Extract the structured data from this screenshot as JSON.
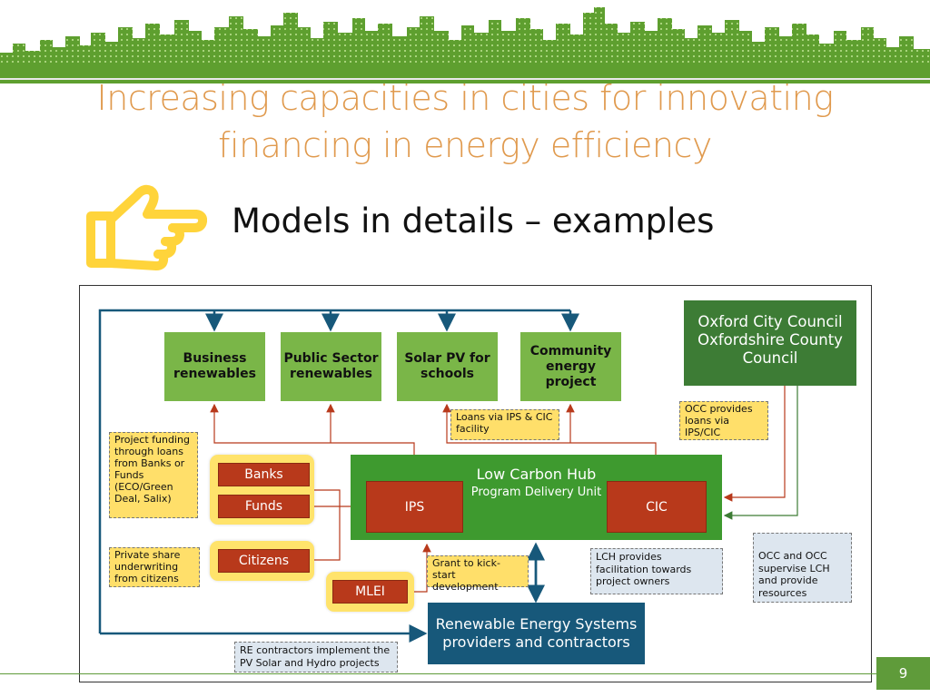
{
  "slide": {
    "title_line1": "Increasing capacities in cities for innovating",
    "title_line2": "financing in energy efficiency",
    "subtitle": "Models in details – examples",
    "page_number": "9"
  },
  "colors": {
    "accent": "#e09a4e",
    "green": "#7ab648",
    "dark_green": "#3d7c35",
    "hub_green": "#3e9a2f",
    "red": "#b8391b",
    "yellow": "#ffe36b",
    "navy": "#17587a"
  },
  "icons": {
    "pointer": "pointing-hand-icon",
    "skyline": "city-skyline-icon"
  },
  "diagram": {
    "targets": {
      "business": "Business renewables",
      "public": "Public Sector renewables",
      "solar": "Solar PV for schools",
      "community": "Community energy project"
    },
    "oxford": "Oxford City Council Oxfordshire County Council",
    "hub": {
      "title": "Low Carbon Hub",
      "subtitle": "Program Delivery Unit",
      "ips": "IPS",
      "cic": "CIC"
    },
    "sources": {
      "banks": "Banks",
      "funds": "Funds",
      "citizens": "Citizens",
      "mlei": "MLEI"
    },
    "contractors": "Renewable Energy Systems providers and contractors",
    "notes": {
      "loans_ips": "Loans via IPS & CIC facility",
      "occ_loans": "OCC provides loans via IPS/CIC",
      "project_funding": "Project funding through loans from Banks or Funds (ECO/Green Deal, Salix)",
      "private_share": "Private share underwriting from citizens",
      "grant": "Grant to kick-start development",
      "lch_facilitation": "LCH provides facilitation towards project owners",
      "occ_supervise": "OCC and OCC supervise LCH and provide resources",
      "re_contractors": "RE contractors implement the PV Solar and Hydro projects"
    }
  }
}
